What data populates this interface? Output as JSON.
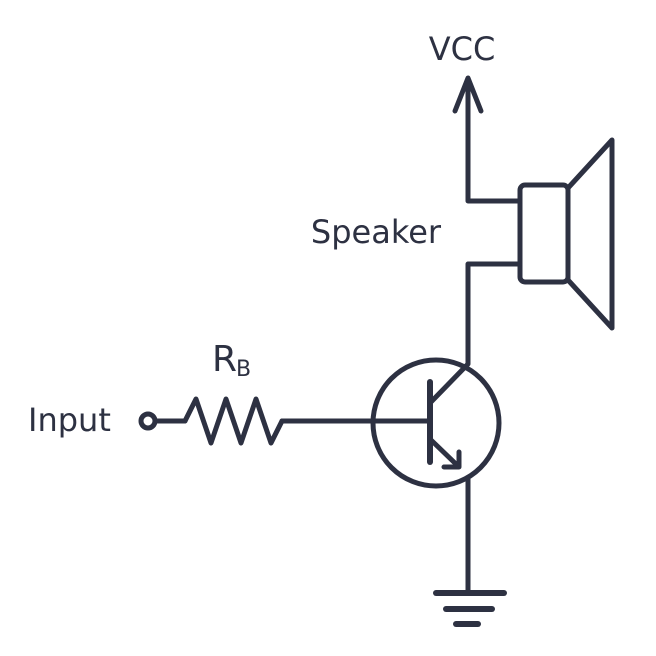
{
  "colors": {
    "line": "#2d3142",
    "background": "#ffffff"
  },
  "labels": {
    "vcc": "VCC",
    "speaker": "Speaker",
    "resistor": "R",
    "resistor_subscript": "B",
    "input": "Input"
  },
  "symbols": [
    "vcc-power-arrow",
    "speaker",
    "npn-transistor",
    "resistor-zigzag",
    "input-terminal",
    "ground"
  ]
}
